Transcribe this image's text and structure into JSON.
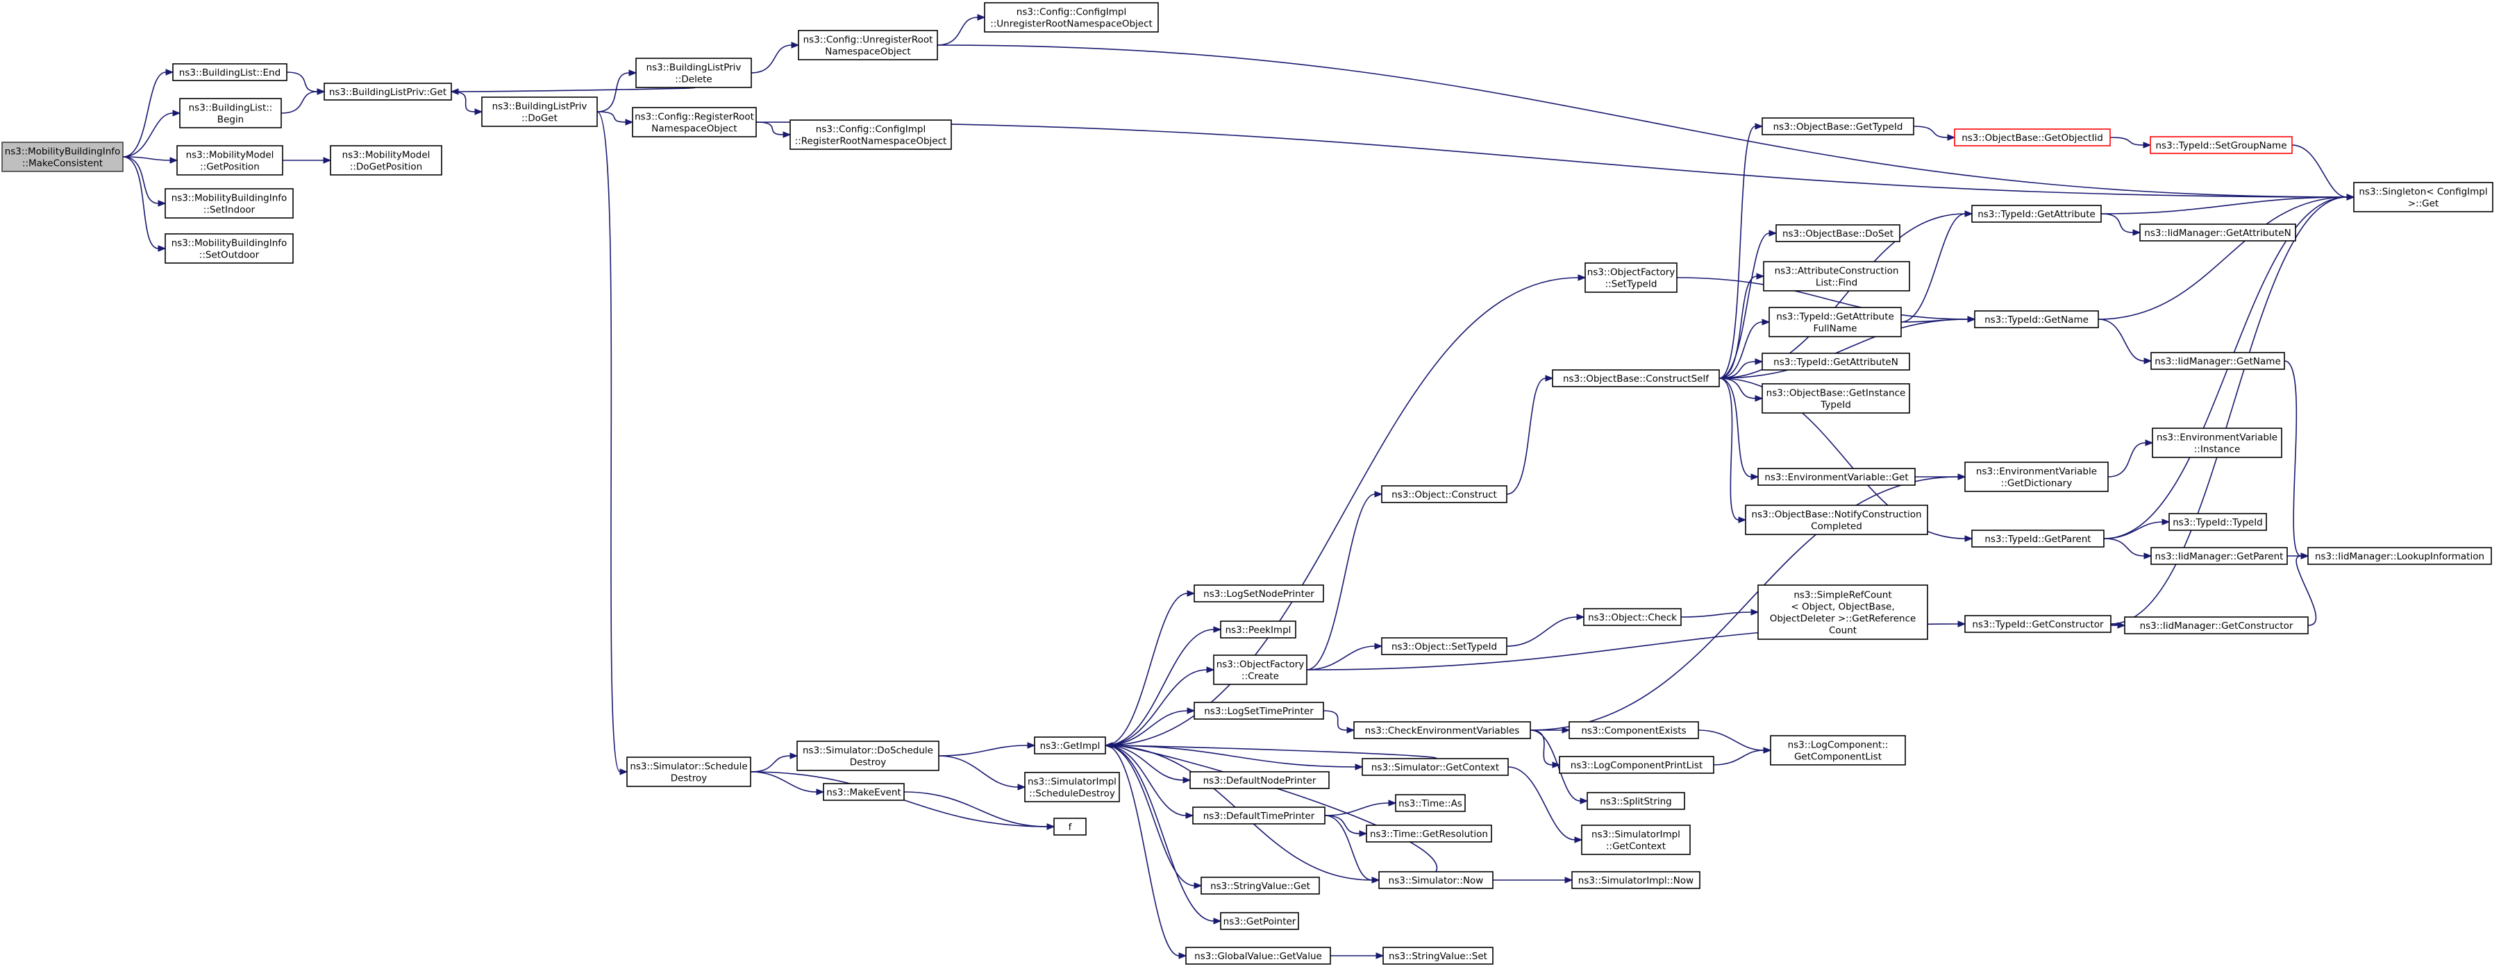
{
  "diagram": {
    "type": "call-graph",
    "colors": {
      "edge": "#191970",
      "node_border": "#000000",
      "root_fill": "#bfbfbf",
      "truncated_border": "#ff0000"
    },
    "nodes": [
      {
        "id": "root",
        "lines": [
          "ns3::MobilityBuildingInfo",
          "::MakeConsistent"
        ],
        "root": true
      },
      {
        "id": "blEnd",
        "lines": [
          "ns3::BuildingList::End"
        ]
      },
      {
        "id": "blBegin",
        "lines": [
          "ns3::BuildingList::",
          "Begin"
        ]
      },
      {
        "id": "mmGetPos",
        "lines": [
          "ns3::MobilityModel",
          "::GetPosition"
        ]
      },
      {
        "id": "setIndoor",
        "lines": [
          "ns3::MobilityBuildingInfo",
          "::SetIndoor"
        ]
      },
      {
        "id": "setOutdoor",
        "lines": [
          "ns3::MobilityBuildingInfo",
          "::SetOutdoor"
        ]
      },
      {
        "id": "blpGet",
        "lines": [
          "ns3::BuildingListPriv::Get"
        ]
      },
      {
        "id": "mmDoGetPos",
        "lines": [
          "ns3::MobilityModel",
          "::DoGetPosition"
        ]
      },
      {
        "id": "blpDoGet",
        "lines": [
          "ns3::BuildingListPriv",
          "::DoGet"
        ]
      },
      {
        "id": "blpDelete",
        "lines": [
          "ns3::BuildingListPriv",
          "::Delete"
        ]
      },
      {
        "id": "cfgUnreg",
        "lines": [
          "ns3::Config::UnregisterRoot",
          "NamespaceObject"
        ]
      },
      {
        "id": "cfgImplUnreg",
        "lines": [
          "ns3::Config::ConfigImpl",
          "::UnregisterRootNamespaceObject"
        ]
      },
      {
        "id": "cfgReg",
        "lines": [
          "ns3::Config::RegisterRoot",
          "NamespaceObject"
        ]
      },
      {
        "id": "cfgImplReg",
        "lines": [
          "ns3::Config::ConfigImpl",
          "::RegisterRootNamespaceObject"
        ]
      },
      {
        "id": "simSchedDestroy",
        "lines": [
          "ns3::Simulator::Schedule",
          "Destroy"
        ]
      },
      {
        "id": "simDoSchedDestroy",
        "lines": [
          "ns3::Simulator::DoSchedule",
          "Destroy"
        ]
      },
      {
        "id": "makeEvent",
        "lines": [
          "ns3::MakeEvent"
        ]
      },
      {
        "id": "f",
        "lines": [
          "f"
        ]
      },
      {
        "id": "getImpl",
        "lines": [
          "ns3::GetImpl"
        ]
      },
      {
        "id": "simImplSchedDestroy",
        "lines": [
          "ns3::SimulatorImpl",
          "::ScheduleDestroy"
        ]
      },
      {
        "id": "logSetNodePrinter",
        "lines": [
          "ns3::LogSetNodePrinter"
        ]
      },
      {
        "id": "peekImpl",
        "lines": [
          "ns3::PeekImpl"
        ]
      },
      {
        "id": "objFactCreate",
        "lines": [
          "ns3::ObjectFactory",
          "::Create"
        ]
      },
      {
        "id": "logSetTimePrinter",
        "lines": [
          "ns3::LogSetTimePrinter"
        ]
      },
      {
        "id": "defaultNodePrinter",
        "lines": [
          "ns3::DefaultNodePrinter"
        ]
      },
      {
        "id": "defaultTimePrinter",
        "lines": [
          "ns3::DefaultTimePrinter"
        ]
      },
      {
        "id": "strValGet",
        "lines": [
          "ns3::StringValue::Get"
        ]
      },
      {
        "id": "getPointer",
        "lines": [
          "ns3::GetPointer"
        ]
      },
      {
        "id": "gvGetValue",
        "lines": [
          "ns3::GlobalValue::GetValue"
        ]
      },
      {
        "id": "objFactSetTypeId",
        "lines": [
          "ns3::ObjectFactory",
          "::SetTypeId"
        ]
      },
      {
        "id": "objConstruct",
        "lines": [
          "ns3::Object::Construct"
        ]
      },
      {
        "id": "objSetTypeId",
        "lines": [
          "ns3::Object::SetTypeId"
        ]
      },
      {
        "id": "checkEnvVars",
        "lines": [
          "ns3::CheckEnvironmentVariables"
        ]
      },
      {
        "id": "simGetContext",
        "lines": [
          "ns3::Simulator::GetContext"
        ]
      },
      {
        "id": "timeAs",
        "lines": [
          "ns3::Time::As"
        ]
      },
      {
        "id": "timeGetRes",
        "lines": [
          "ns3::Time::GetResolution"
        ]
      },
      {
        "id": "simNow",
        "lines": [
          "ns3::Simulator::Now"
        ]
      },
      {
        "id": "strValSet",
        "lines": [
          "ns3::StringValue::Set"
        ]
      },
      {
        "id": "obConstructSelf",
        "lines": [
          "ns3::ObjectBase::ConstructSelf"
        ]
      },
      {
        "id": "objCheck",
        "lines": [
          "ns3::Object::Check"
        ]
      },
      {
        "id": "compExists",
        "lines": [
          "ns3::ComponentExists"
        ]
      },
      {
        "id": "logCompPrintList",
        "lines": [
          "ns3::LogComponentPrintList"
        ]
      },
      {
        "id": "splitString",
        "lines": [
          "ns3::SplitString"
        ]
      },
      {
        "id": "simImplGetContext",
        "lines": [
          "ns3::SimulatorImpl",
          "::GetContext"
        ]
      },
      {
        "id": "simImplNow",
        "lines": [
          "ns3::SimulatorImpl::Now"
        ]
      },
      {
        "id": "obGetTypeId",
        "lines": [
          "ns3::ObjectBase::GetTypeId"
        ]
      },
      {
        "id": "obDoSet",
        "lines": [
          "ns3::ObjectBase::DoSet"
        ]
      },
      {
        "id": "attrConstFind",
        "lines": [
          "ns3::AttributeConstruction",
          "List::Find"
        ]
      },
      {
        "id": "tidGetAttrFullName",
        "lines": [
          "ns3::TypeId::GetAttribute",
          "FullName"
        ]
      },
      {
        "id": "tidGetAttrN",
        "lines": [
          "ns3::TypeId::GetAttributeN"
        ]
      },
      {
        "id": "obGetInstTypeId",
        "lines": [
          "ns3::ObjectBase::GetInstance",
          "TypeId"
        ]
      },
      {
        "id": "envVarGet",
        "lines": [
          "ns3::EnvironmentVariable::Get"
        ]
      },
      {
        "id": "obNotifyConst",
        "lines": [
          "ns3::ObjectBase::NotifyConstruction",
          "Completed"
        ]
      },
      {
        "id": "srcGetRefCount",
        "lines": [
          "ns3::SimpleRefCount",
          "< Object, ObjectBase,",
          "ObjectDeleter >::GetReference",
          "Count"
        ]
      },
      {
        "id": "logCompGetList",
        "lines": [
          "ns3::LogComponent::",
          "GetComponentList"
        ]
      },
      {
        "id": "obGetObjectIid",
        "lines": [
          "ns3::ObjectBase::GetObjectIid"
        ],
        "truncated": true
      },
      {
        "id": "tidSetGroupName",
        "lines": [
          "ns3::TypeId::SetGroupName"
        ],
        "truncated": true
      },
      {
        "id": "tidGetAttribute",
        "lines": [
          "ns3::TypeId::GetAttribute"
        ]
      },
      {
        "id": "tidGetName",
        "lines": [
          "ns3::TypeId::GetName"
        ]
      },
      {
        "id": "envVarGetDict",
        "lines": [
          "ns3::EnvironmentVariable",
          "::GetDictionary"
        ]
      },
      {
        "id": "tidGetParent",
        "lines": [
          "ns3::TypeId::GetParent"
        ]
      },
      {
        "id": "tidGetConstructor",
        "lines": [
          "ns3::TypeId::GetConstructor"
        ]
      },
      {
        "id": "iidGetAttrN",
        "lines": [
          "ns3::IidManager::GetAttributeN"
        ]
      },
      {
        "id": "iidGetName",
        "lines": [
          "ns3::IidManager::GetName"
        ]
      },
      {
        "id": "envVarInstance",
        "lines": [
          "ns3::EnvironmentVariable",
          "::Instance"
        ]
      },
      {
        "id": "tidTypeId",
        "lines": [
          "ns3::TypeId::TypeId"
        ]
      },
      {
        "id": "iidGetParent",
        "lines": [
          "ns3::IidManager::GetParent"
        ]
      },
      {
        "id": "iidGetConstructor",
        "lines": [
          "ns3::IidManager::GetConstructor"
        ]
      },
      {
        "id": "singletonGet",
        "lines": [
          "ns3::Singleton< ConfigImpl",
          ">::Get"
        ]
      },
      {
        "id": "iidLookupInfo",
        "lines": [
          "ns3::IidManager::LookupInformation"
        ]
      }
    ],
    "edges": [
      [
        "root",
        "blEnd"
      ],
      [
        "root",
        "blBegin"
      ],
      [
        "root",
        "mmGetPos"
      ],
      [
        "root",
        "setIndoor"
      ],
      [
        "root",
        "setOutdoor"
      ],
      [
        "blEnd",
        "blpGet"
      ],
      [
        "blBegin",
        "blpGet"
      ],
      [
        "mmGetPos",
        "mmDoGetPos"
      ],
      [
        "blpGet",
        "blpDoGet"
      ],
      [
        "blpDoGet",
        "blpDelete"
      ],
      [
        "blpDelete",
        "blpGet"
      ],
      [
        "blpDoGet",
        "cfgReg"
      ],
      [
        "blpDoGet",
        "simSchedDestroy"
      ],
      [
        "blpDelete",
        "cfgUnreg"
      ],
      [
        "cfgUnreg",
        "cfgImplUnreg"
      ],
      [
        "cfgUnreg",
        "singletonGet"
      ],
      [
        "cfgReg",
        "cfgImplReg"
      ],
      [
        "cfgReg",
        "singletonGet"
      ],
      [
        "simSchedDestroy",
        "simDoSchedDestroy"
      ],
      [
        "simSchedDestroy",
        "makeEvent"
      ],
      [
        "simSchedDestroy",
        "f"
      ],
      [
        "makeEvent",
        "f"
      ],
      [
        "simDoSchedDestroy",
        "getImpl"
      ],
      [
        "simDoSchedDestroy",
        "simImplSchedDestroy"
      ],
      [
        "getImpl",
        "objFactSetTypeId"
      ],
      [
        "getImpl",
        "logSetNodePrinter"
      ],
      [
        "getImpl",
        "peekImpl"
      ],
      [
        "getImpl",
        "objFactCreate"
      ],
      [
        "getImpl",
        "logSetTimePrinter"
      ],
      [
        "getImpl",
        "defaultNodePrinter"
      ],
      [
        "getImpl",
        "defaultTimePrinter"
      ],
      [
        "getImpl",
        "simGetContext"
      ],
      [
        "getImpl",
        "simNow"
      ],
      [
        "getImpl",
        "strValGet"
      ],
      [
        "getImpl",
        "getPointer"
      ],
      [
        "getImpl",
        "gvGetValue"
      ],
      [
        "simGetContext",
        "getImpl"
      ],
      [
        "simNow",
        "getImpl"
      ],
      [
        "objFactCreate",
        "objConstruct"
      ],
      [
        "objFactCreate",
        "objSetTypeId"
      ],
      [
        "objFactCreate",
        "tidGetConstructor"
      ],
      [
        "logSetTimePrinter",
        "checkEnvVars"
      ],
      [
        "defaultTimePrinter",
        "timeAs"
      ],
      [
        "defaultTimePrinter",
        "timeGetRes"
      ],
      [
        "defaultTimePrinter",
        "simNow"
      ],
      [
        "gvGetValue",
        "strValSet"
      ],
      [
        "objConstruct",
        "obConstructSelf"
      ],
      [
        "objSetTypeId",
        "objCheck"
      ],
      [
        "objCheck",
        "srcGetRefCount"
      ],
      [
        "checkEnvVars",
        "compExists"
      ],
      [
        "checkEnvVars",
        "logCompPrintList"
      ],
      [
        "checkEnvVars",
        "splitString"
      ],
      [
        "checkEnvVars",
        "envVarGetDict"
      ],
      [
        "compExists",
        "logCompGetList"
      ],
      [
        "logCompPrintList",
        "logCompGetList"
      ],
      [
        "simGetContext",
        "simImplGetContext"
      ],
      [
        "simNow",
        "simImplNow"
      ],
      [
        "objFactSetTypeId",
        "tidGetName"
      ],
      [
        "obConstructSelf",
        "obGetTypeId"
      ],
      [
        "obConstructSelf",
        "obDoSet"
      ],
      [
        "obConstructSelf",
        "attrConstFind"
      ],
      [
        "obConstructSelf",
        "tidGetAttrFullName"
      ],
      [
        "obConstructSelf",
        "tidGetAttrN"
      ],
      [
        "obConstructSelf",
        "obGetInstTypeId"
      ],
      [
        "obConstructSelf",
        "envVarGet"
      ],
      [
        "obConstructSelf",
        "obNotifyConst"
      ],
      [
        "obConstructSelf",
        "tidGetAttribute"
      ],
      [
        "obConstructSelf",
        "tidGetName"
      ],
      [
        "obConstructSelf",
        "tidGetParent"
      ],
      [
        "obGetTypeId",
        "obGetObjectIid"
      ],
      [
        "obGetObjectIid",
        "tidSetGroupName"
      ],
      [
        "tidSetGroupName",
        "singletonGet"
      ],
      [
        "tidGetAttrFullName",
        "tidGetAttribute"
      ],
      [
        "tidGetAttrFullName",
        "tidGetName"
      ],
      [
        "envVarGet",
        "envVarGetDict"
      ],
      [
        "envVarGetDict",
        "envVarInstance"
      ],
      [
        "tidGetAttribute",
        "iidGetAttrN"
      ],
      [
        "tidGetAttribute",
        "singletonGet"
      ],
      [
        "tidGetName",
        "iidGetName"
      ],
      [
        "tidGetName",
        "singletonGet"
      ],
      [
        "iidGetName",
        "iidLookupInfo"
      ],
      [
        "tidGetParent",
        "tidTypeId"
      ],
      [
        "tidGetParent",
        "iidGetParent"
      ],
      [
        "tidGetParent",
        "singletonGet"
      ],
      [
        "iidGetParent",
        "iidLookupInfo"
      ],
      [
        "tidGetConstructor",
        "iidGetConstructor"
      ],
      [
        "tidGetConstructor",
        "singletonGet"
      ],
      [
        "iidGetConstructor",
        "iidLookupInfo"
      ]
    ]
  }
}
